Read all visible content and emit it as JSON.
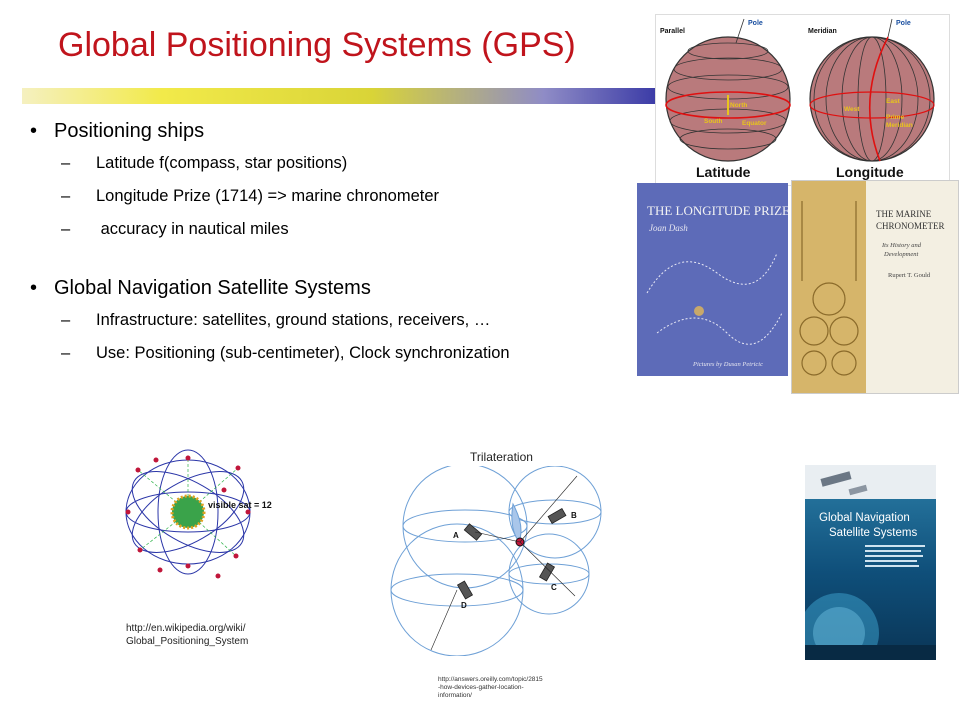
{
  "slide": {
    "title": "Global Positioning Systems (GPS)"
  },
  "bullets": [
    {
      "text": "Positioning ships",
      "subitems": [
        "Latitude f(compass, star positions)",
        "Longitude Prize (1714) => marine chronometer",
        " accuracy in nautical miles"
      ]
    },
    {
      "text": "Global Navigation Satellite Systems",
      "subitems": [
        "Infrastructure: satellites, ground stations, receivers, …",
        "Use: Positioning (sub-centimeter), Clock synchronization"
      ]
    }
  ],
  "globe_figure": {
    "parallel": "Parallel",
    "pole_left": "Pole",
    "north": "North",
    "south": "South",
    "equator": "Equator",
    "latitude": "Latitude",
    "meridian": "Meridian",
    "pole_right": "Pole",
    "west": "West",
    "east": "East",
    "prime_meridian_1": "Prime",
    "prime_meridian_2": "Meridian",
    "longitude": "Longitude"
  },
  "book_longitude": {
    "title": "THE LONGITUDE PRIZE",
    "author": "Joan Dash",
    "illustrator": "Pictures by Dusan Petricic"
  },
  "book_chronometer": {
    "title_1": "THE MARINE",
    "title_2": "CHRONOMETER",
    "subtitle_1": "Its History and",
    "subtitle_2": "Development",
    "author": "Rupert T. Gould"
  },
  "satellite_figure": {
    "label": "visible sat = 12"
  },
  "satellite_caption": {
    "line1": "http://en.wikipedia.org/wiki/",
    "line2": "Global_Positioning_System"
  },
  "trilateration": {
    "title": "Trilateration",
    "labels": [
      "A",
      "B",
      "C",
      "D"
    ]
  },
  "trilateration_caption": {
    "line1": "http://answers.oreilly.com/topic/2815",
    "line2": "-how-devices-gather-location-",
    "line3": "information/"
  },
  "gnss_book": {
    "title_1": "Global Navigation",
    "title_2": "Satellite Systems"
  },
  "colors": {
    "title": "#c0141c",
    "globe": "#b97a7c",
    "equator": "#e01010",
    "book_blue": "#5d6bb8",
    "gnss_bg": "#0f4f7a"
  }
}
